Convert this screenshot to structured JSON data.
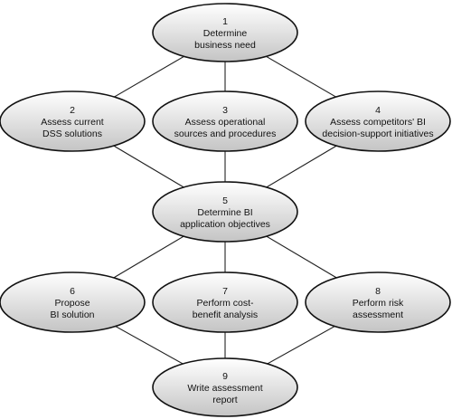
{
  "diagram": {
    "nodes": [
      {
        "id": "1",
        "number": "1",
        "lines": [
          "Determine",
          "business need"
        ]
      },
      {
        "id": "2",
        "number": "2",
        "lines": [
          "Assess current",
          "DSS solutions"
        ]
      },
      {
        "id": "3",
        "number": "3",
        "lines": [
          "Assess operational",
          "sources and procedures"
        ]
      },
      {
        "id": "4",
        "number": "4",
        "lines": [
          "Assess competitors' BI",
          "decision-support initiatives"
        ]
      },
      {
        "id": "5",
        "number": "5",
        "lines": [
          "Determine BI",
          "application objectives"
        ]
      },
      {
        "id": "6",
        "number": "6",
        "lines": [
          "Propose",
          "BI solution"
        ]
      },
      {
        "id": "7",
        "number": "7",
        "lines": [
          "Perform cost-",
          "benefit analysis"
        ]
      },
      {
        "id": "8",
        "number": "8",
        "lines": [
          "Perform risk",
          "assessment"
        ]
      },
      {
        "id": "9",
        "number": "9",
        "lines": [
          "Write assessment",
          "report"
        ]
      }
    ],
    "edges": [
      [
        "1",
        "2"
      ],
      [
        "1",
        "3"
      ],
      [
        "1",
        "4"
      ],
      [
        "2",
        "5"
      ],
      [
        "3",
        "5"
      ],
      [
        "4",
        "5"
      ],
      [
        "5",
        "6"
      ],
      [
        "5",
        "7"
      ],
      [
        "5",
        "8"
      ],
      [
        "6",
        "9"
      ],
      [
        "7",
        "9"
      ],
      [
        "8",
        "9"
      ]
    ],
    "colors": {
      "node_fill_light": "#ffffff",
      "node_fill_dark": "#c4c4c4",
      "stroke": "#111111",
      "text": "#111111"
    }
  }
}
